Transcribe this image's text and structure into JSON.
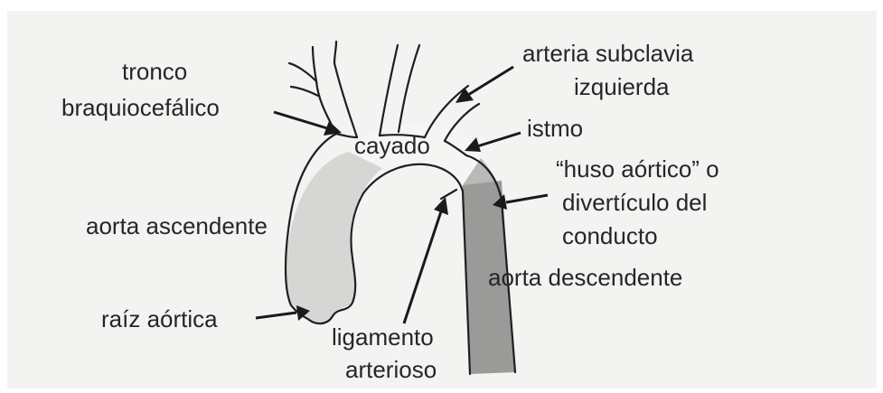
{
  "labels": {
    "tronco_line1": "tronco",
    "tronco_line2": "braquiocefálico",
    "subclavia_line1": "arteria subclavia",
    "subclavia_line2": "izquierda",
    "istmo": "istmo",
    "cayado": "cayado",
    "huso_line1": "“huso aórtico” o",
    "huso_line2": "divertículo del",
    "huso_line3": "conducto",
    "aorta_ascendente": "aorta ascendente",
    "aorta_descendente": "aorta descendente",
    "raiz_aortica": "raíz aórtica",
    "ligamento_line1": "ligamento",
    "ligamento_line2": "arterioso"
  },
  "colors": {
    "paper": "#f3f3f1",
    "ascending_fill": "#d6d6d4",
    "arch_fill": "#f5f5f3",
    "descending_fill": "#9a9a98",
    "ink": "#1f1f1f"
  }
}
